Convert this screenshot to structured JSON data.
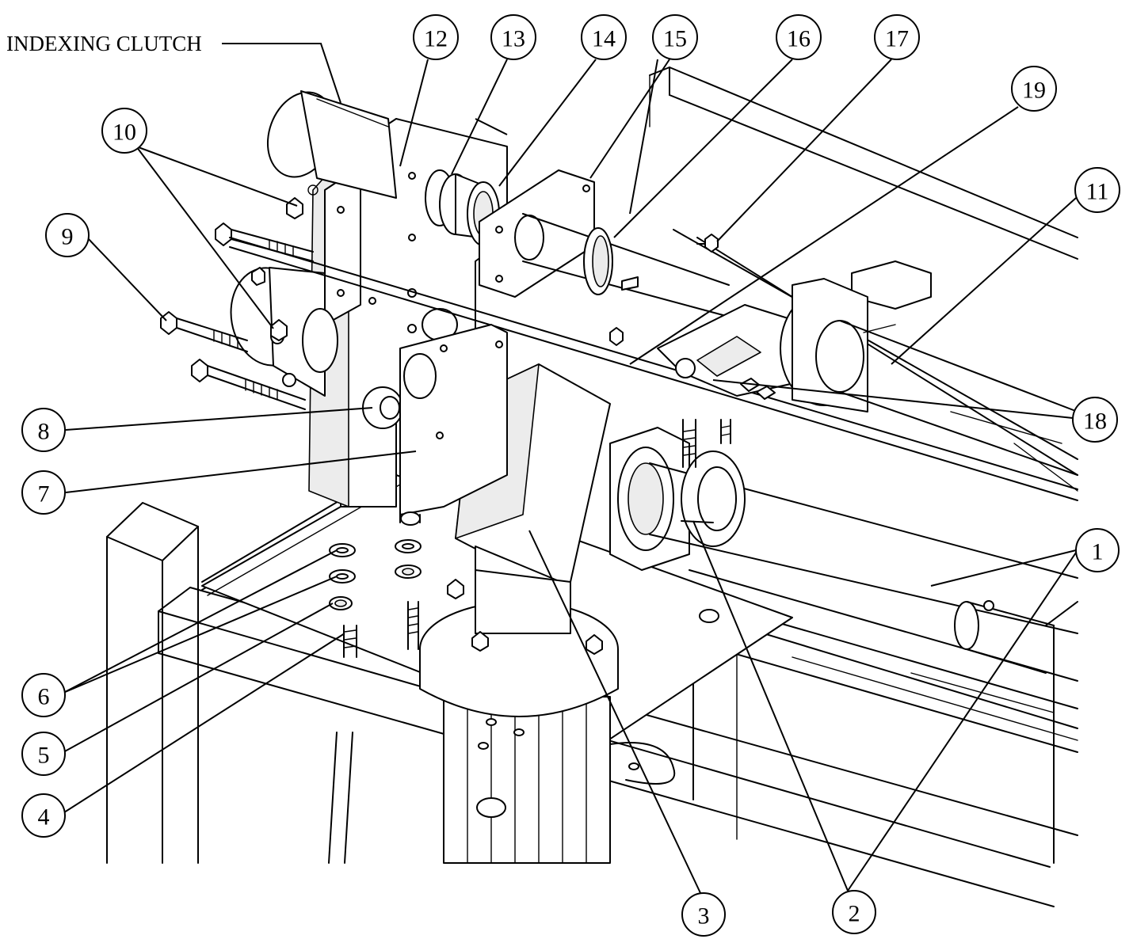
{
  "title_label": "INDEXING CLUTCH",
  "callouts": [
    {
      "id": "callout-1",
      "label": "1"
    },
    {
      "id": "callout-2",
      "label": "2"
    },
    {
      "id": "callout-3",
      "label": "3"
    },
    {
      "id": "callout-4",
      "label": "4"
    },
    {
      "id": "callout-5",
      "label": "5"
    },
    {
      "id": "callout-6",
      "label": "6"
    },
    {
      "id": "callout-7",
      "label": "7"
    },
    {
      "id": "callout-8",
      "label": "8"
    },
    {
      "id": "callout-9",
      "label": "9"
    },
    {
      "id": "callout-10",
      "label": "10"
    },
    {
      "id": "callout-11",
      "label": "11"
    },
    {
      "id": "callout-12",
      "label": "12"
    },
    {
      "id": "callout-13",
      "label": "13"
    },
    {
      "id": "callout-14",
      "label": "14"
    },
    {
      "id": "callout-15",
      "label": "15"
    },
    {
      "id": "callout-16",
      "label": "16"
    },
    {
      "id": "callout-17",
      "label": "17"
    },
    {
      "id": "callout-18",
      "label": "18"
    },
    {
      "id": "callout-19",
      "label": "19"
    }
  ],
  "colors": {
    "line": "#000000",
    "background": "#ffffff",
    "shade": "#ececec"
  }
}
